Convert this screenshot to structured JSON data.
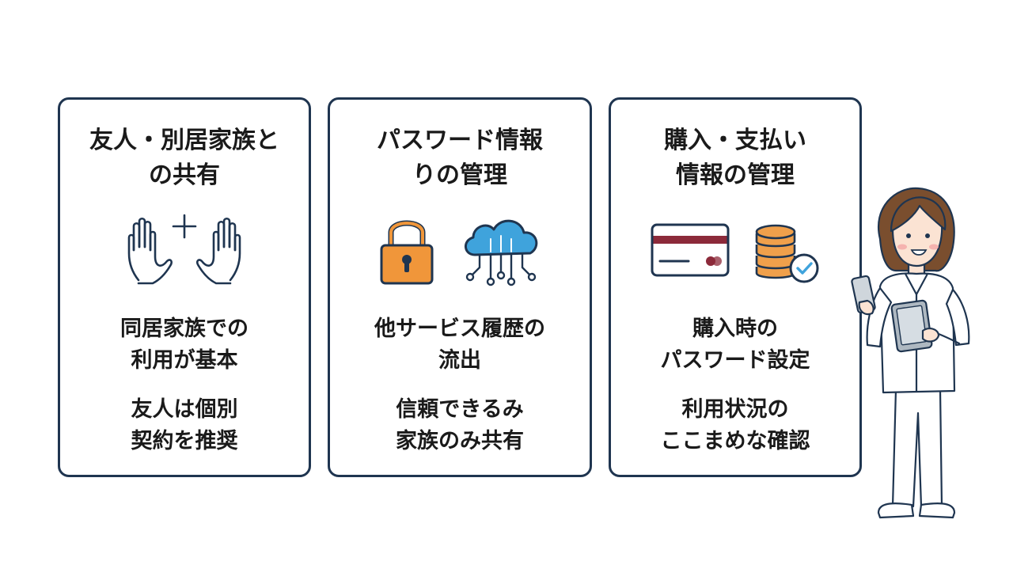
{
  "cards": [
    {
      "title": [
        "友人・別居家族と",
        "の共有"
      ],
      "icons": [
        "hand-left-icon",
        "plus-icon",
        "hand-right-icon"
      ],
      "para1": [
        "同居家族での",
        "利用が基本"
      ],
      "para2": [
        "友人は個別",
        "契約を推奨"
      ]
    },
    {
      "title": [
        "パスワード情報",
        "りの管理"
      ],
      "icons": [
        "padlock-icon",
        "cloud-network-icon"
      ],
      "para1": [
        "他サービス履歴の",
        "流出"
      ],
      "para2": [
        "信頼できるみ",
        "家族のみ共有"
      ]
    },
    {
      "title": [
        "購入・支払い",
        "情報の管理"
      ],
      "icons": [
        "credit-card-icon",
        "coin-stack-check-icon"
      ],
      "para1": [
        "購入時の",
        "パスワード設定"
      ],
      "para2": [
        "利用状況の",
        "ここまめな確認"
      ]
    }
  ],
  "colors": {
    "border": "#1f3550",
    "icon_navy": "#1f3550",
    "lock_orange": "#f0963a",
    "cloud_blue": "#3fa3dc",
    "card_red": "#8c2a3a",
    "coin_orange": "#f0a04b",
    "check_blue": "#3fa3dc"
  }
}
